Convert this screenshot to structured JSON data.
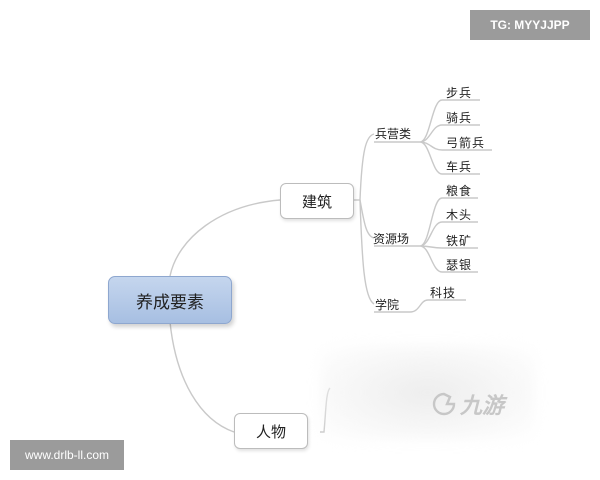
{
  "watermarks": {
    "top_right": "TG: MYYJJPP",
    "bottom_left": "www.drlb-ll.com",
    "brand_logo": "九游"
  },
  "mindmap": {
    "root": "养成要素",
    "branches": [
      {
        "label": "建筑",
        "children": [
          {
            "label": "兵营类",
            "leaves": [
              "步兵",
              "骑兵",
              "弓箭兵",
              "车兵"
            ]
          },
          {
            "label": "资源场",
            "leaves": [
              "粮食",
              "木头",
              "铁矿",
              "瑟银"
            ]
          },
          {
            "label": "学院",
            "leaves": [
              "科技"
            ]
          }
        ]
      },
      {
        "label": "人物",
        "children": []
      }
    ]
  },
  "colors": {
    "root_fill": "#b3c8e8",
    "line": "#c8c8c8",
    "watermark_bg": "#9b9b9b"
  }
}
